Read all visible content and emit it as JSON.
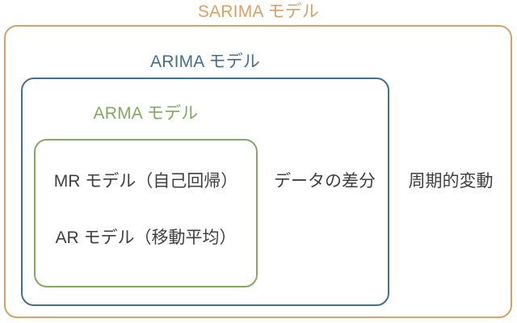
{
  "diagram": {
    "type": "nested-set-diagram",
    "background_color": "#ffffff",
    "text_color": "#3f3f3f",
    "boxes": [
      {
        "id": "sarima",
        "title": "SARIMA モデル",
        "border_color": "#d9a066",
        "title_color": "#d9a066",
        "level": 1
      },
      {
        "id": "arima",
        "title": "ARIMA モデル",
        "border_color": "#44708c",
        "title_color": "#44708c",
        "level": 2
      },
      {
        "id": "arma",
        "title": "ARMA モデル",
        "border_color": "#82a862",
        "title_color": "#82a862",
        "level": 3
      }
    ],
    "arma_contents": [
      {
        "label": "MR モデル（自己回帰）"
      },
      {
        "label": "AR モデル（移動平均）"
      }
    ],
    "arima_extra_component": "データの差分",
    "sarima_extra_component": "周期的変動"
  }
}
